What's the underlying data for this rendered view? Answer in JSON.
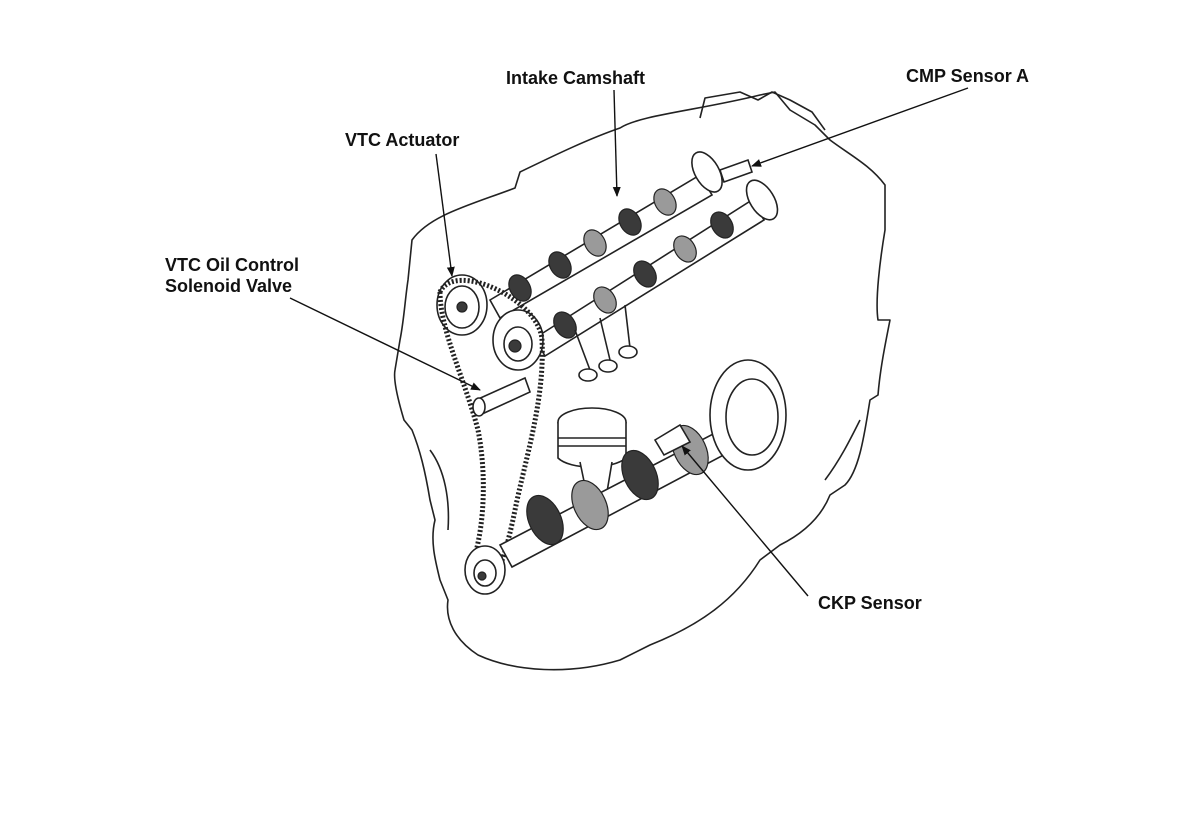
{
  "labels": {
    "intake_camshaft": "Intake Camshaft",
    "cmp_sensor_a": "CMP Sensor A",
    "vtc_actuator": "VTC Actuator",
    "vtc_oil_control_line1": "VTC Oil Control",
    "vtc_oil_control_line2": "Solenoid Valve",
    "ckp_sensor": "CKP Sensor"
  },
  "colors": {
    "line": "#222222",
    "background": "#ffffff"
  }
}
